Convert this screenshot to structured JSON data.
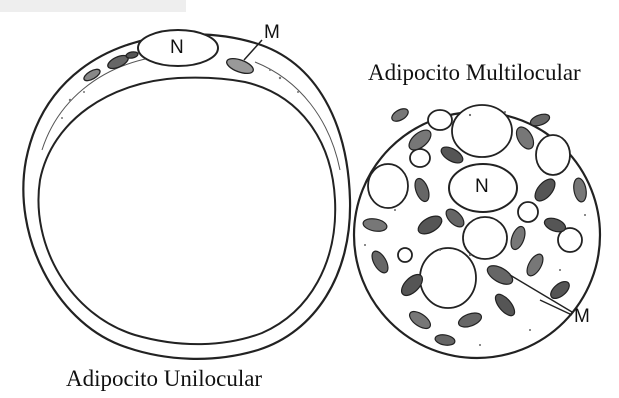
{
  "figure": {
    "unilocular": {
      "caption": "Adipocito Unilocular",
      "nucleus_label": "N",
      "mitochondria_label": "M"
    },
    "multilocular": {
      "caption": "Adipocito Multilocular",
      "nucleus_label": "N",
      "mitochondria_label": "M"
    }
  },
  "colors": {
    "background": "#ffffff",
    "line": "#222222",
    "header_strip": "#eeeeee"
  }
}
